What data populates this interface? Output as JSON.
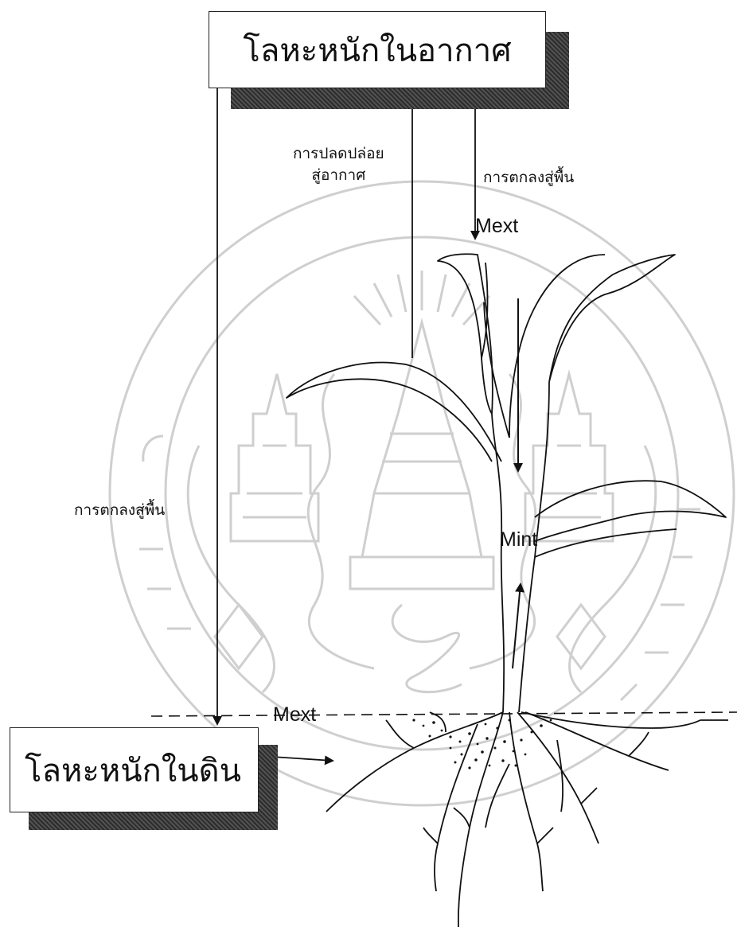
{
  "diagram": {
    "air_box_label": "โลหะหนักในอากาศ",
    "soil_box_label": "โลหะหนักในดิน",
    "release_label_line1": "การปลดปล่อย",
    "release_label_line2": "สู่อากาศ",
    "deposition_right_label": "การตกลงสู่พื้น",
    "deposition_left_label": "การตกลงสู่พื้น",
    "mext_leaf_label": "Mext",
    "mint_label": "Mint",
    "mext_soil_label": "Mext"
  },
  "colors": {
    "line": "#111111",
    "watermark": "#c8c8c8",
    "box_shadow": "#2c2c2c"
  }
}
